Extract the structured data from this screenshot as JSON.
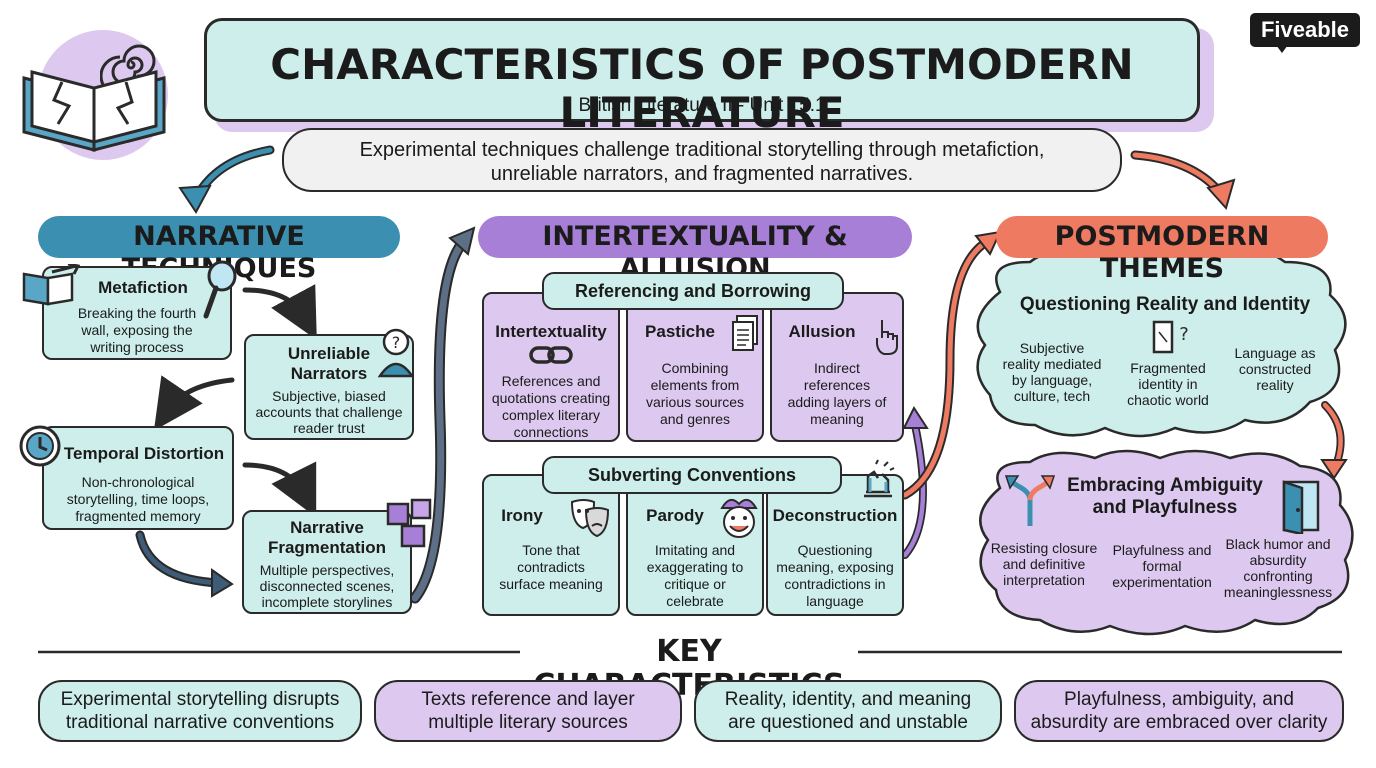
{
  "header": {
    "title": "CHARACTERISTICS OF POSTMODERN LITERATURE",
    "subtitle": "British Literature II - Unit 15.1",
    "brand": "Fiveable"
  },
  "intro": {
    "line1": "Experimental techniques challenge traditional storytelling through metafiction,",
    "line2": "unreliable narrators, and fragmented narratives."
  },
  "narrative": {
    "heading": "NARRATIVE TECHNIQUES",
    "metafiction": {
      "title": "Metafiction",
      "l1": "Breaking the fourth",
      "l2": "wall, exposing the",
      "l3": "writing process"
    },
    "unreliable": {
      "title1": "Unreliable",
      "title2": "Narrators",
      "l1": "Subjective, biased",
      "l2": "accounts that challenge",
      "l3": "reader trust"
    },
    "temporal": {
      "title": "Temporal Distortion",
      "l1": "Non-chronological",
      "l2": "storytelling, time loops,",
      "l3": "fragmented memory"
    },
    "fragmentation": {
      "title1": "Narrative",
      "title2": "Fragmentation",
      "l1": "Multiple perspectives,",
      "l2": "disconnected scenes,",
      "l3": "incomplete storylines"
    }
  },
  "intertext": {
    "heading": "INTERTEXTUALITY & ALLUSION",
    "referencing": "Referencing and Borrowing",
    "subverting": "Subverting Conventions",
    "intertextuality": {
      "title": "Intertextuality",
      "l1": "References and",
      "l2": "quotations creating",
      "l3": "complex literary",
      "l4": "connections"
    },
    "pastiche": {
      "title": "Pastiche",
      "l1": "Combining",
      "l2": "elements from",
      "l3": "various sources",
      "l4": "and genres"
    },
    "allusion": {
      "title": "Allusion",
      "l1": "Indirect",
      "l2": "references",
      "l3": "adding layers of",
      "l4": "meaning"
    },
    "irony": {
      "title": "Irony",
      "l1": "Tone that",
      "l2": "contradicts",
      "l3": "surface meaning"
    },
    "parody": {
      "title": "Parody",
      "l1": "Imitating and",
      "l2": "exaggerating to",
      "l3": "critique or",
      "l4": "celebrate"
    },
    "deconstruction": {
      "title": "Deconstruction",
      "l1": "Questioning",
      "l2": "meaning, exposing",
      "l3": "contradictions in",
      "l4": "language"
    }
  },
  "themes": {
    "heading": "POSTMODERN THEMES",
    "reality": {
      "title": "Questioning Reality and Identity",
      "c1": [
        "Subjective",
        "reality mediated",
        "by language,",
        "culture, tech"
      ],
      "c2": [
        "Fragmented",
        "identity in",
        "chaotic world"
      ],
      "c3": [
        "Language as",
        "constructed",
        "reality"
      ]
    },
    "ambiguity": {
      "title1": "Embracing Ambiguity",
      "title2": "and Playfulness",
      "c1": [
        "Resisting closure",
        "and definitive",
        "interpretation"
      ],
      "c2": [
        "Playfulness and",
        "formal",
        "experimentation"
      ],
      "c3": [
        "Black humor and",
        "absurdity",
        "confronting",
        "meaninglessness"
      ]
    }
  },
  "key": {
    "heading": "KEY CHARACTERISTICS",
    "items": [
      {
        "l1": "Experimental storytelling disrupts",
        "l2": "traditional narrative conventions"
      },
      {
        "l1": "Texts reference and layer",
        "l2": "multiple literary sources"
      },
      {
        "l1": "Reality, identity, and meaning",
        "l2": "are questioned and unstable"
      },
      {
        "l1": "Playfulness, ambiguity, and",
        "l2": "absurdity are embraced over clarity"
      }
    ]
  },
  "colors": {
    "teal": "#cdeeea",
    "lavender": "#ddc9ef",
    "blue_banner": "#3b8fb0",
    "purple_banner": "#a77fd6",
    "coral_banner": "#ef7a62",
    "dark": "#2a2a2a"
  },
  "icons": [
    "broken-book-icon",
    "spiral-icon",
    "book-arrow-icon",
    "hand-mirror-icon",
    "question-person-icon",
    "clock-icon",
    "puzzle-icon",
    "chain-link-icon",
    "document-icon",
    "pointing-hand-icon",
    "theater-masks-icon",
    "jester-face-icon",
    "broken-column-icon",
    "mirror-question-icon",
    "split-arrow-icon",
    "open-door-icon"
  ]
}
